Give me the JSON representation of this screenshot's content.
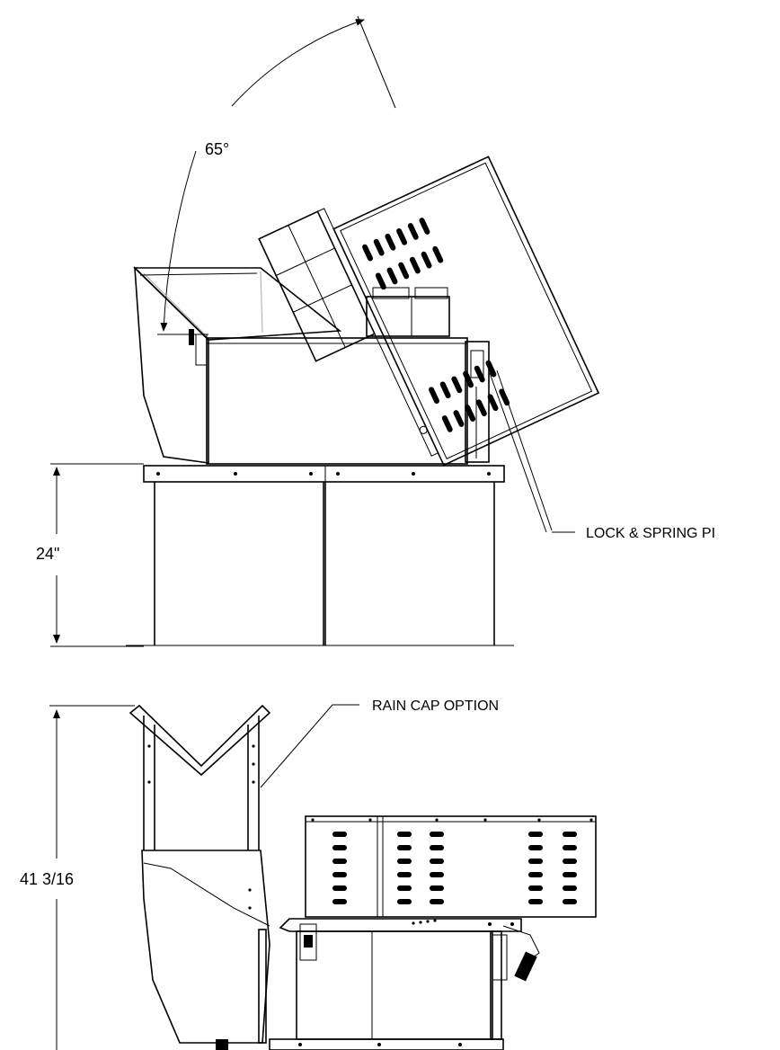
{
  "angle_label": "65°",
  "lock_label": "LOCK & SPRING PI",
  "height_label": "24\"",
  "rain_cap_label": "RAIN CAP OPTION",
  "total_height_label": "41 3/16"
}
